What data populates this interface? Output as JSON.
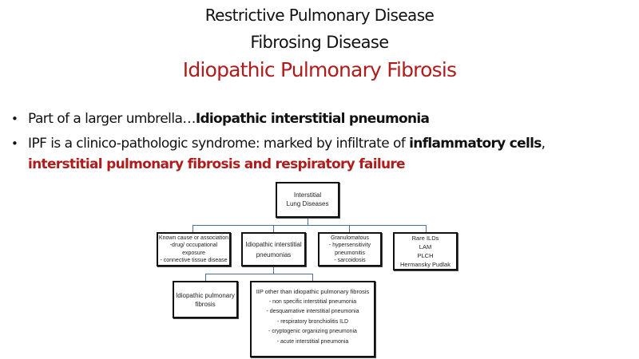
{
  "slide": {
    "title_line1": "Restrictive Pulmonary Disease",
    "title_line2": "Fibrosing Disease",
    "title_line3": "Idiopathic Pulmonary Fibrosis",
    "accent_color": "#b01c1c"
  },
  "bullets": [
    {
      "prefix": "Part of a larger umbrella…",
      "bold": "Idiopathic interstitial pneumonia"
    },
    {
      "prefix": "IPF is a clinico-pathologic syndrome: marked by infiltrate of ",
      "bold": "inflammatory cells",
      "suffix": ",",
      "red": "interstitial pulmonary fibrosis and respiratory failure"
    }
  ],
  "diagram": {
    "root": {
      "lines": [
        "Interstitial",
        "Lung Diseases"
      ]
    },
    "level1": [
      {
        "id": "known-cause",
        "lines": [
          "Known cause or association",
          "-drug/ occupational",
          "exposure",
          "- connective tissue disease"
        ]
      },
      {
        "id": "idiopathic-interstitial-pneumonias",
        "lines": [
          "Idiopathic interstitial",
          "pneumonias"
        ]
      },
      {
        "id": "granulomatous",
        "lines": [
          "Granulomatous",
          "- hypersensitivity",
          "pneumonitis",
          "- sarcoidosis"
        ]
      },
      {
        "id": "rare-ilds",
        "lines": [
          "Rare ILDs",
          "LAM",
          "PLCH",
          "Hermansky Pudlak"
        ]
      }
    ],
    "level2": [
      {
        "id": "ipf",
        "lines": [
          "Idiopathic pulmonary",
          "fibrosis"
        ]
      },
      {
        "id": "iip-other",
        "lines": [
          "IIP other than idiopathic pulmonary fibrosis",
          "- non specific interstitial pneumonia",
          "- desquamative interstitial pneumonia",
          "- respiratory bronchiolitis ILD",
          "- cryptogenic organizing pneumonia",
          "- acute interstitial pneumonia"
        ]
      }
    ]
  }
}
